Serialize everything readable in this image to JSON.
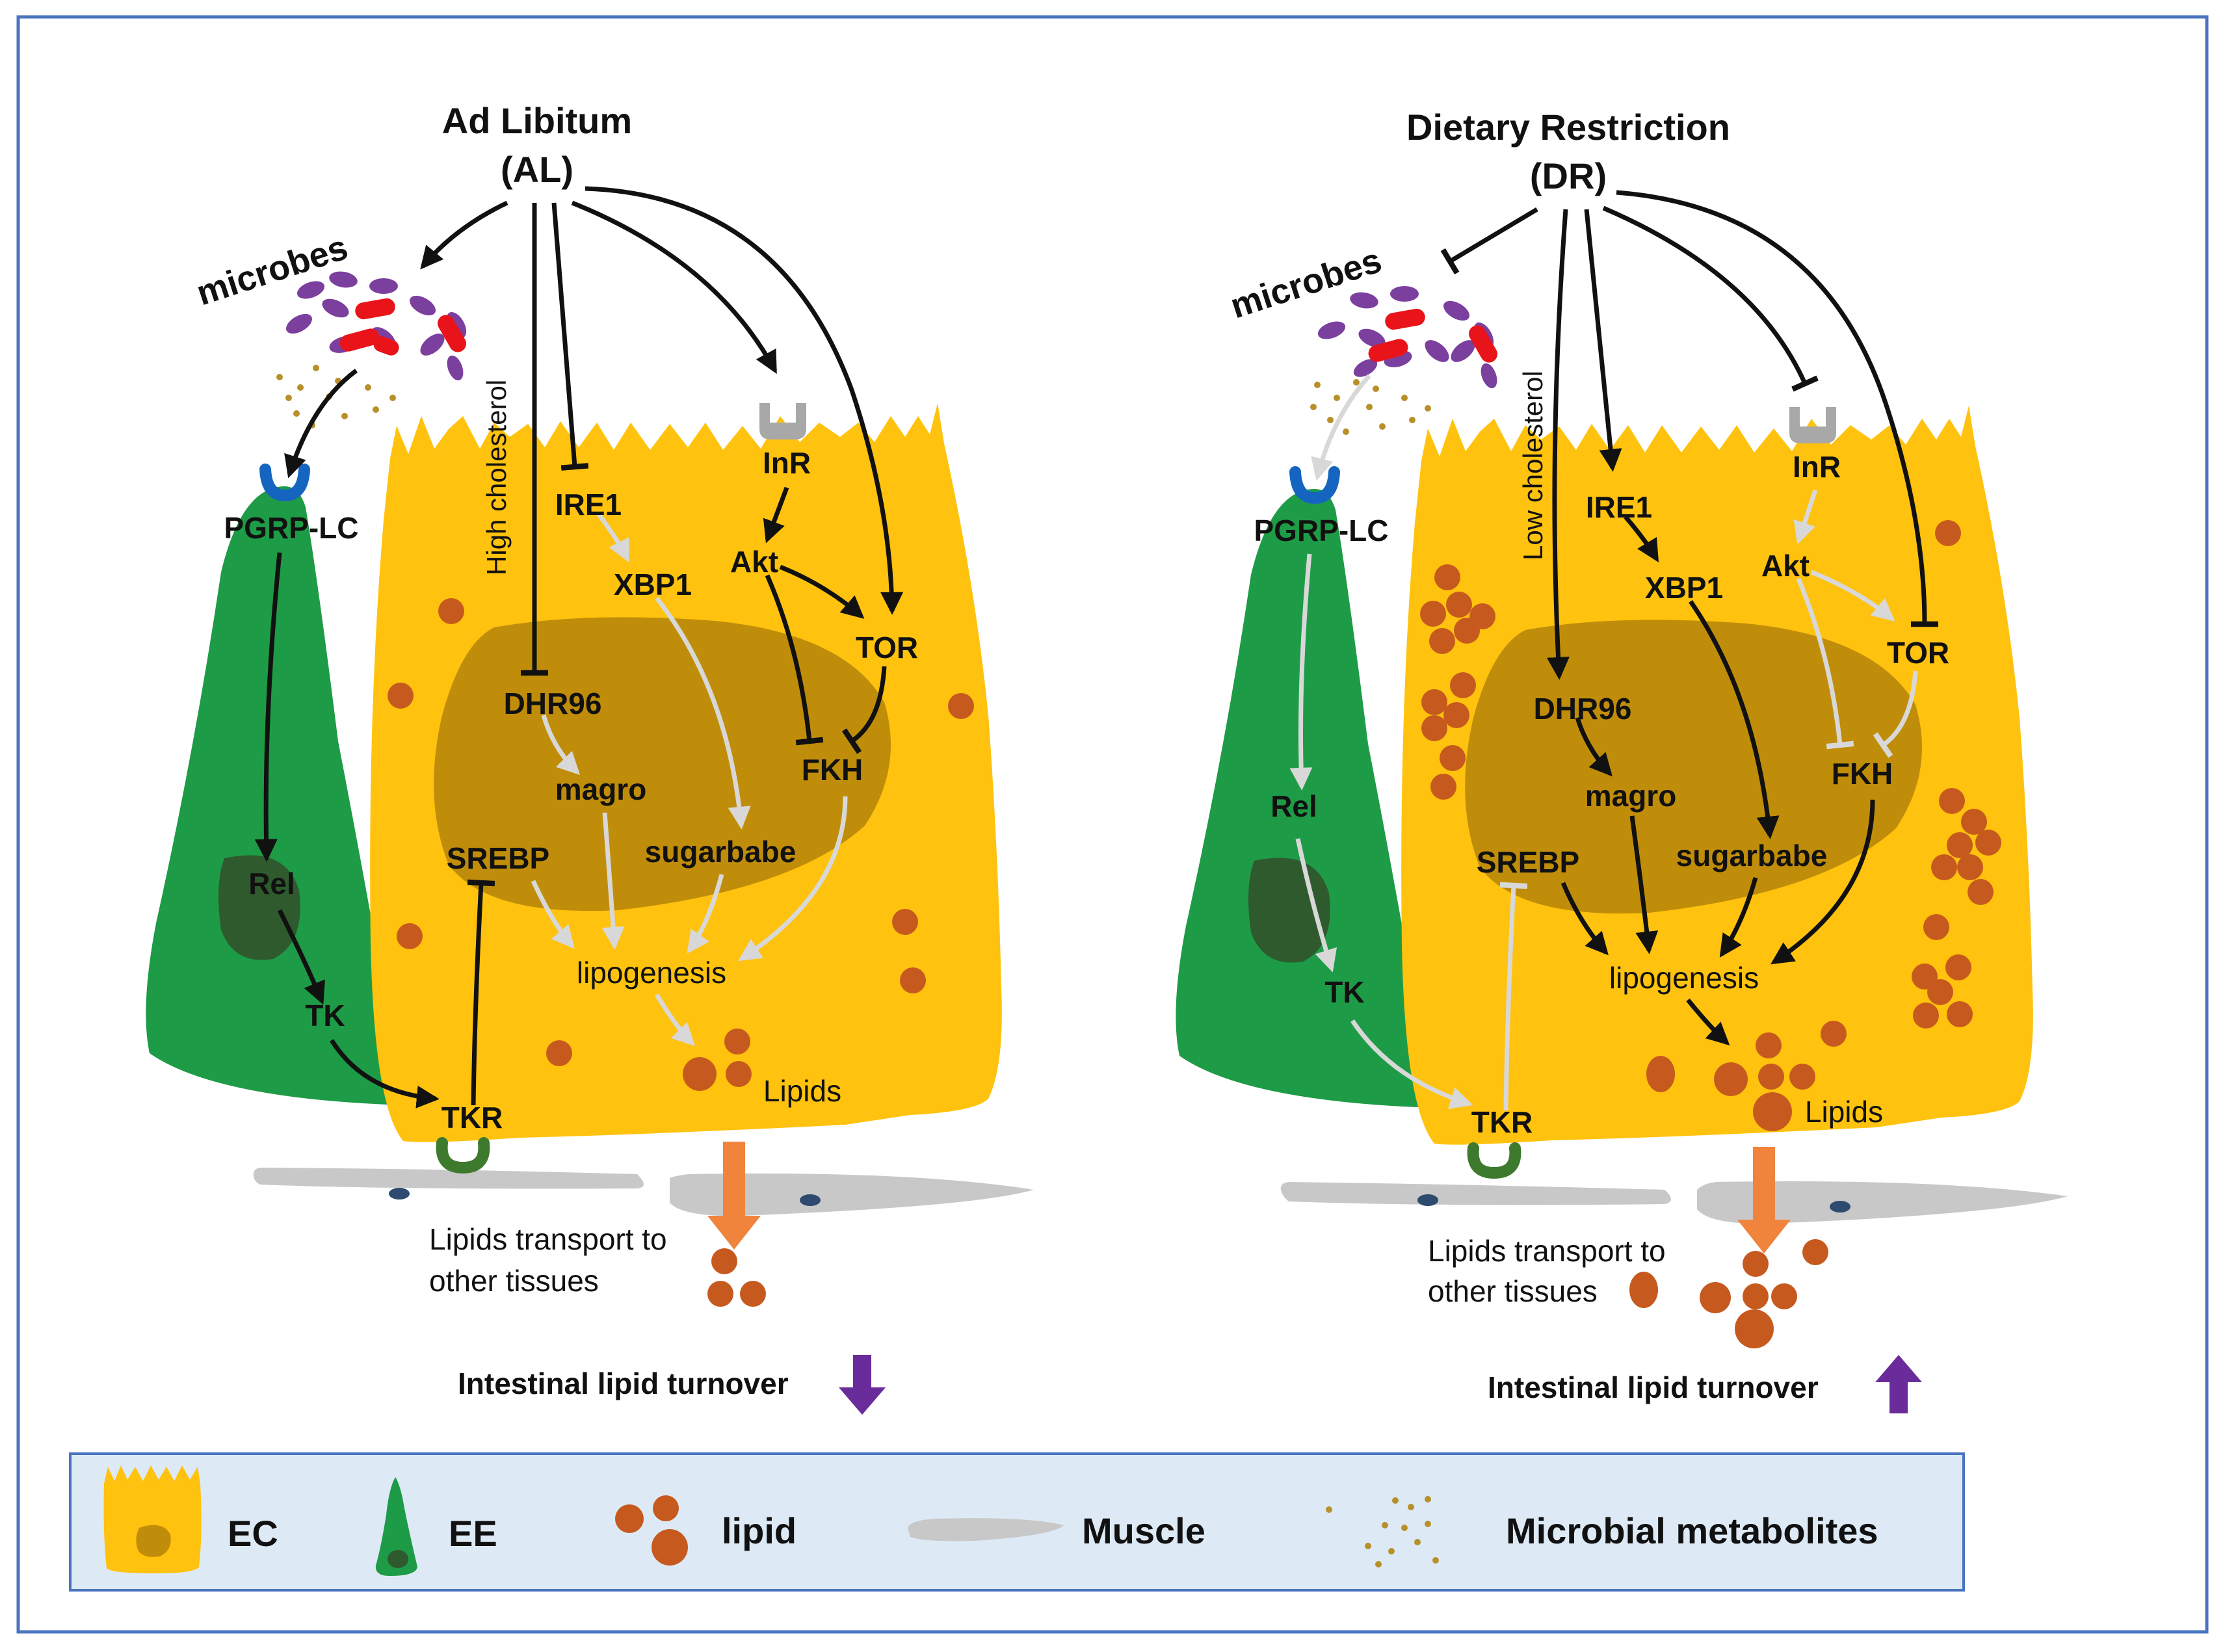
{
  "panels": [
    {
      "title_line1": "Ad Libitum",
      "title_line2": "(AL)",
      "microbes": "microbes",
      "cholesterol": "High cholesterol",
      "ee_labels": {
        "receptor": "PGRP-LC",
        "rel": "Rel",
        "tk": "TK"
      },
      "ec_labels": {
        "ire1": "IRE1",
        "xbp1": "XBP1",
        "inr": "InR",
        "akt": "Akt",
        "tor": "TOR",
        "dhr96": "DHR96",
        "fkh": "FKH",
        "magro": "magro",
        "srebp": "SREBP",
        "sugarbabe": "sugarbabe",
        "lipogenesis": "lipogenesis",
        "lipids": "Lipids",
        "tkr": "TKR"
      },
      "transport_line1": "Lipids transport to",
      "transport_line2": "other tissues",
      "turnover": "Intestinal lipid turnover",
      "turnover_direction": "down"
    },
    {
      "title_line1": "Dietary Restriction",
      "title_line2": "(DR)",
      "microbes": "microbes",
      "cholesterol": "Low cholesterol",
      "ee_labels": {
        "receptor": "PGRP-LC",
        "rel": "Rel",
        "tk": "TK"
      },
      "ec_labels": {
        "ire1": "IRE1",
        "xbp1": "XBP1",
        "inr": "InR",
        "akt": "Akt",
        "tor": "TOR",
        "dhr96": "DHR96",
        "fkh": "FKH",
        "magro": "magro",
        "srebp": "SREBP",
        "sugarbabe": "sugarbabe",
        "lipogenesis": "lipogenesis",
        "lipids": "Lipids",
        "tkr": "TKR"
      },
      "transport_line1": "Lipids transport to",
      "transport_line2": "other tissues",
      "turnover": "Intestinal lipid turnover",
      "turnover_direction": "up"
    }
  ],
  "legend": {
    "ec": "EC",
    "ee": "EE",
    "lipid": "lipid",
    "muscle": "Muscle",
    "metabolites": "Microbial metabolites"
  },
  "colors": {
    "ec_cell": "#FFC20E",
    "nucleus": "#C08D0A",
    "ee_cell": "#1E9B46",
    "ee_nucleus": "#2F5A2E",
    "lipid": "#C65A1E",
    "muscle": "#C8C8C8",
    "microbe_oval": "#7B3F9E",
    "microbe_rod": "#E8141A",
    "receptor_blue": "#1565C0",
    "tkr_green": "#3E7A2E",
    "turnover_arrow": "#6A2C9A",
    "transport_arrow": "#F0843C",
    "inactive_arrow": "#D8D8D8",
    "legend_bg": "#DDEAF6",
    "frame": "#4A74C0"
  }
}
